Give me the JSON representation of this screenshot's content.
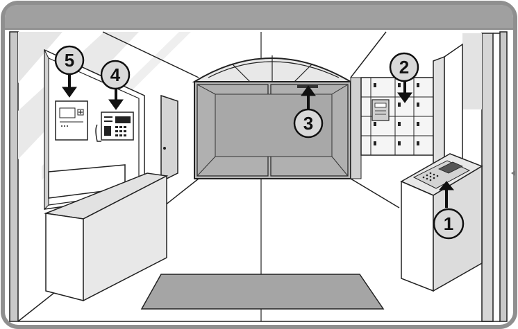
{
  "scene": {
    "colors": {
      "frame": "#9a9a9a",
      "wall_shade": "#cfcfcf",
      "glass": "#b3b3b3",
      "line": "#222222",
      "callout_fill": "#d9d9d9",
      "arrow": "#111111"
    }
  },
  "callouts": [
    {
      "label": "1",
      "device": "entry-panel-kiosk"
    },
    {
      "label": "2",
      "device": "mailbox-panel"
    },
    {
      "label": "3",
      "device": "door-lock"
    },
    {
      "label": "4",
      "device": "concierge-switchboard"
    },
    {
      "label": "5",
      "device": "wall-monitor"
    }
  ]
}
